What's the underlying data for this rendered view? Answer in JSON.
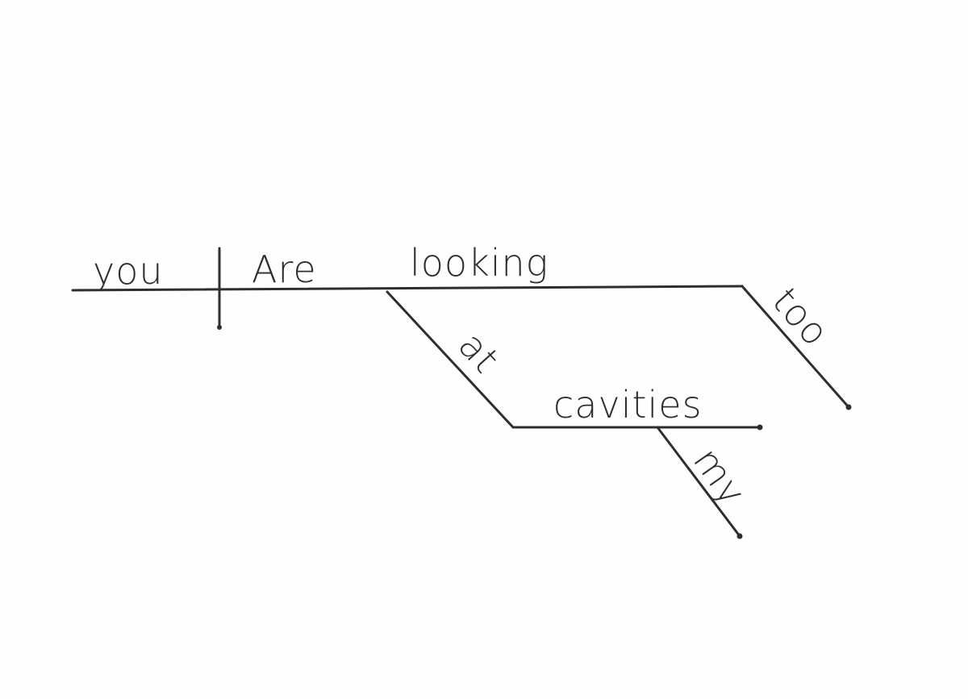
{
  "diagram": {
    "type": "sentence-diagram",
    "words": {
      "subject": "you",
      "verb_helper": "Are",
      "verb": "looking",
      "adverb": "too",
      "preposition": "at",
      "object": "cavities",
      "modifier": "my"
    },
    "colors": {
      "ink": "#2e2e2e",
      "paper": "#fefefe"
    }
  }
}
